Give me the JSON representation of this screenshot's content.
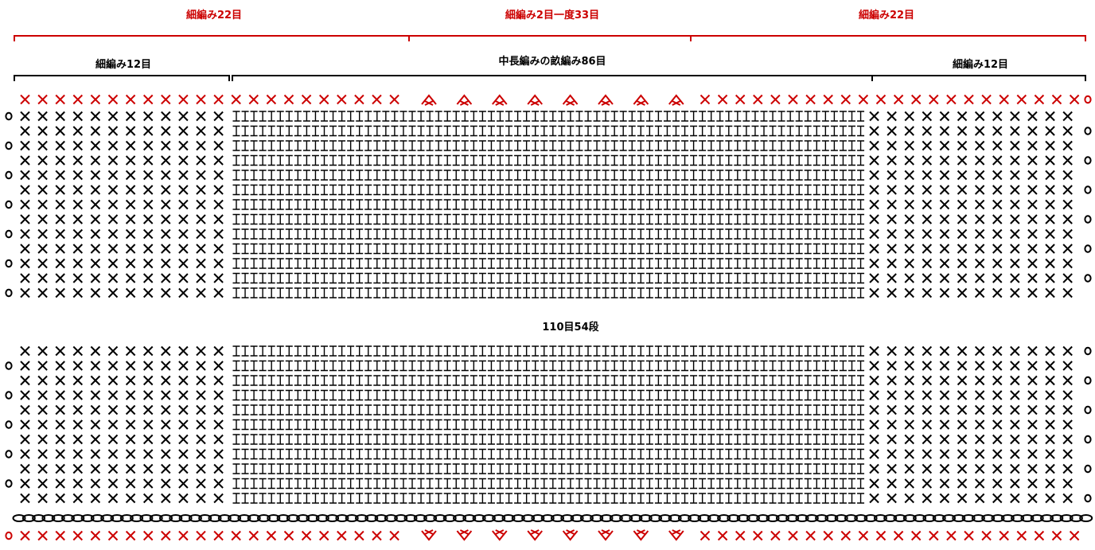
{
  "chart_data": {
    "type": "crochet-chart",
    "labels": {
      "top_left": "細編み22目",
      "top_center": "細編み2目一度33目",
      "top_right": "細編み22目",
      "mid_left": "細編み12目",
      "mid_center": "中長編みの畝編み86目",
      "mid_right": "細編み12目",
      "middle": "110目54段"
    },
    "stitch_counts": {
      "total_stitches": 110,
      "total_rows": 54,
      "sc_edge_each_side": 12,
      "hdc_ridge_center": 86,
      "top_sc_each_side": 22,
      "top_sc2tog": 33
    },
    "symbols": {
      "single_crochet": "X",
      "half_double_crochet": "T",
      "chain": "oval",
      "turning_chain": "o",
      "sc2tog_decrease": "inverted-v",
      "increase": "v"
    },
    "colors": {
      "highlight": "#cc0000",
      "base": "#000000"
    }
  }
}
